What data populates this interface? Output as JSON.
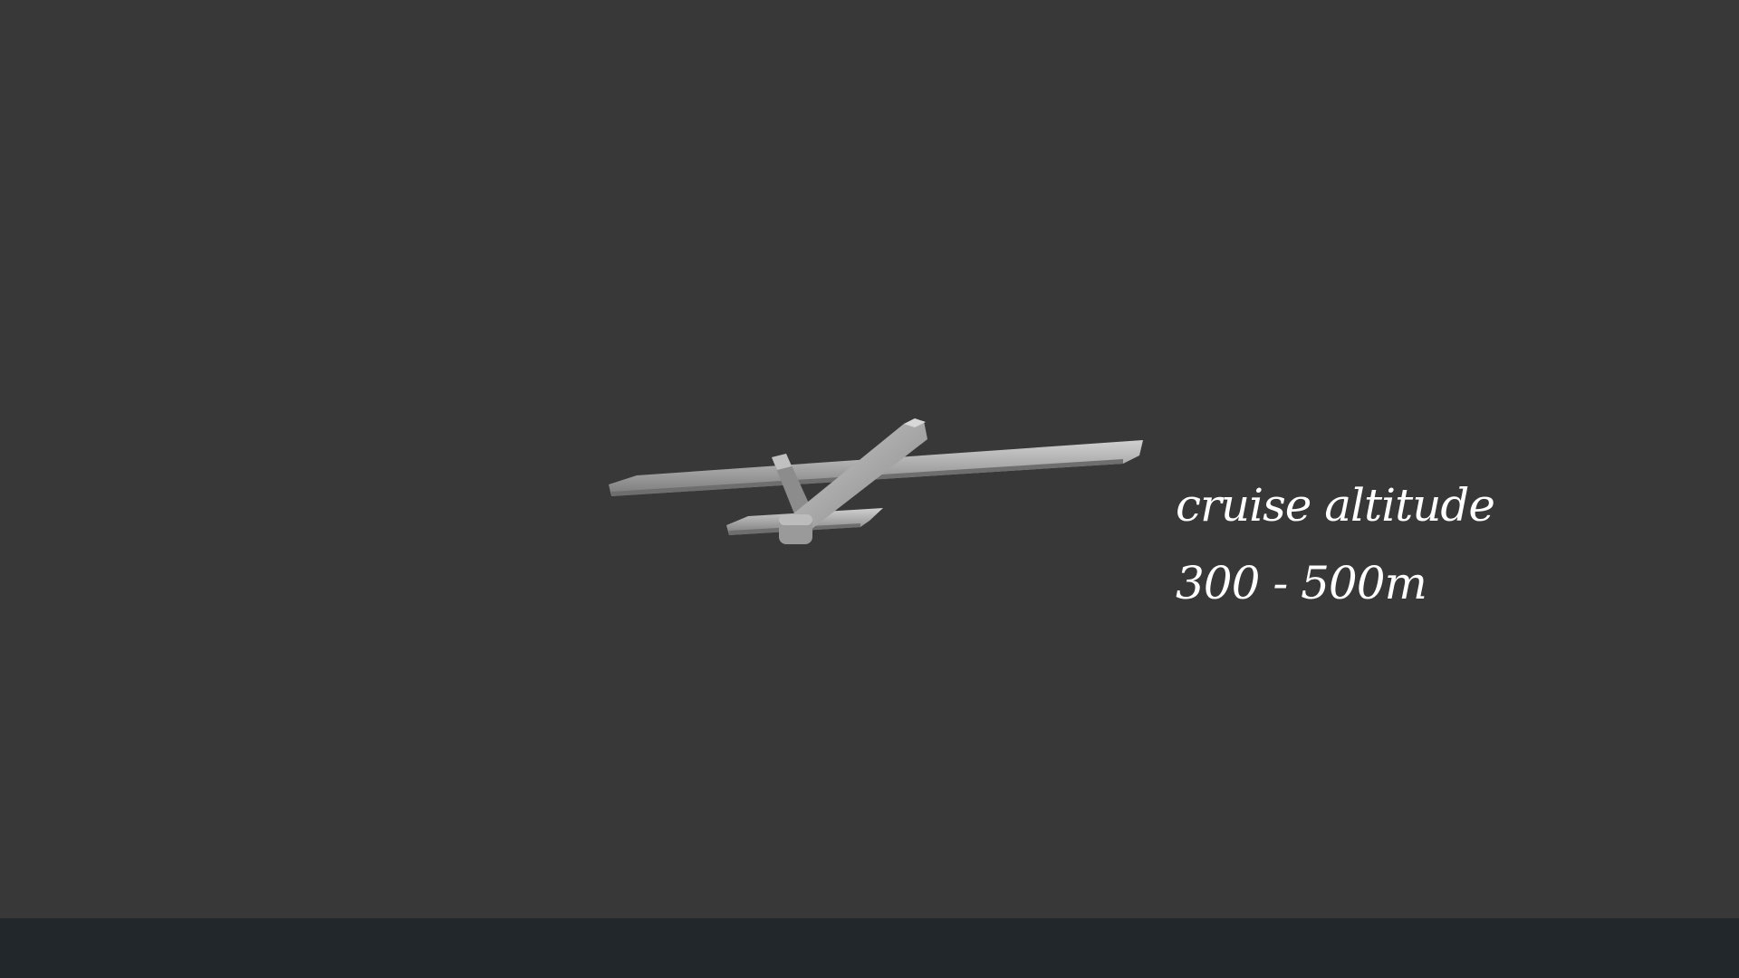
{
  "viewport": {
    "background": "#383838",
    "model": {
      "name": "aircraft-model",
      "color": "#a8a8a8"
    }
  },
  "annotation": {
    "line1": "cruise altitude",
    "line2": "300 - 500m",
    "color": "#ffffff"
  },
  "bottom_bar": {
    "background": "#22272c"
  }
}
